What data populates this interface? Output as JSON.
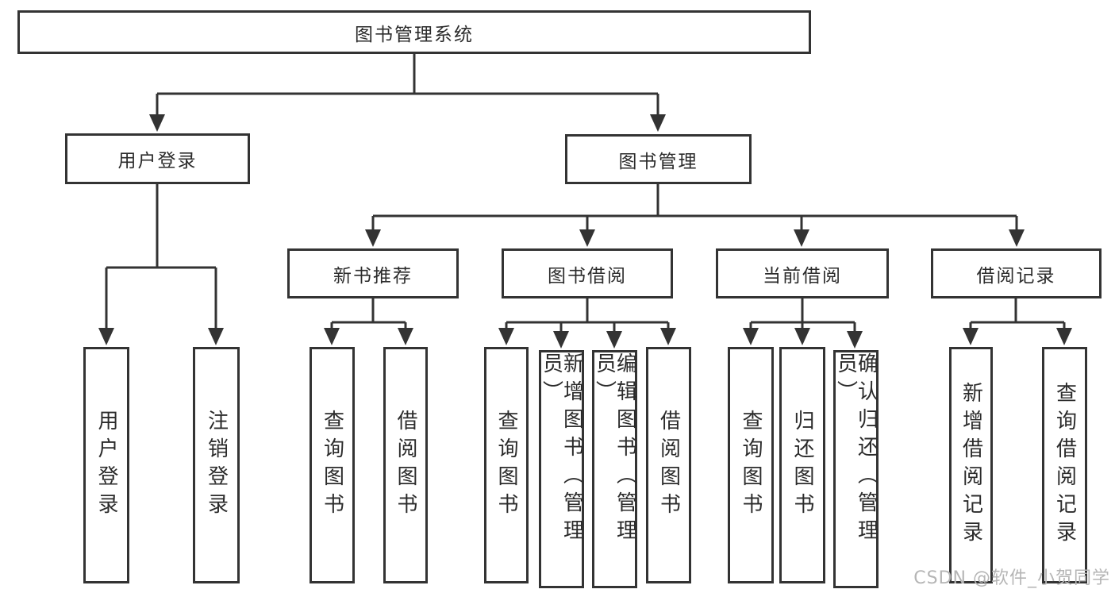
{
  "tree": {
    "label": "图书管理系统",
    "children": [
      {
        "label": "用户登录",
        "children": [
          {
            "label": "用户登录"
          },
          {
            "label": "注销登录"
          }
        ]
      },
      {
        "label": "图书管理",
        "children": [
          {
            "label": "新书推荐",
            "children": [
              {
                "label": "查询图书"
              },
              {
                "label": "借阅图书"
              }
            ]
          },
          {
            "label": "图书借阅",
            "children": [
              {
                "label": "查询图书"
              },
              {
                "label": "新增图书（管理员）"
              },
              {
                "label": "编辑图书（管理员）"
              },
              {
                "label": "借阅图书"
              }
            ]
          },
          {
            "label": "当前借阅",
            "children": [
              {
                "label": "查询图书"
              },
              {
                "label": "归还图书"
              },
              {
                "label": "确认归还（管理员）"
              }
            ]
          },
          {
            "label": "借阅记录",
            "children": [
              {
                "label": "新增借阅记录"
              },
              {
                "label": "查询借阅记录"
              }
            ]
          }
        ]
      }
    ]
  },
  "watermark": {
    "text": "CSDN @软件_小贺同学"
  },
  "colors": {
    "line": "#333333",
    "text": "#2b2b2b",
    "background": "#ffffff",
    "watermark": "#b5b5b5"
  }
}
